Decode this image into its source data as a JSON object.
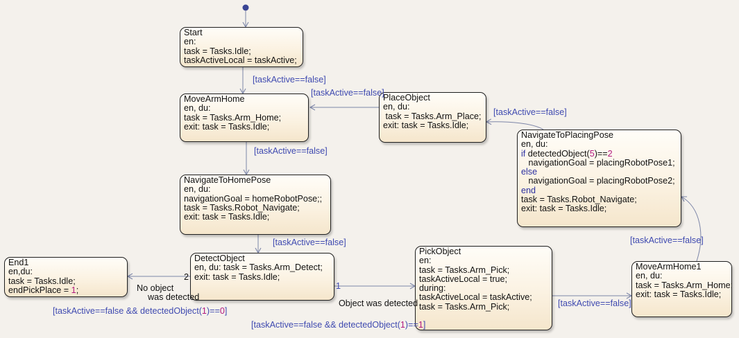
{
  "states": {
    "start": {
      "name": "Start",
      "lines": [
        [
          {
            "t": "en:"
          }
        ],
        [
          {
            "t": "task = Tasks.Idle;"
          }
        ],
        [
          {
            "t": "taskActiveLocal = taskActive;"
          }
        ]
      ]
    },
    "move_arm_home": {
      "name": "MoveArmHome",
      "lines": [
        [
          {
            "t": "en, du:"
          }
        ],
        [
          {
            "t": "task = Tasks.Arm_Home;"
          }
        ],
        [
          {
            "t": "exit: task = Tasks.Idle;"
          }
        ]
      ]
    },
    "place_object": {
      "name": "PlaceObject",
      "lines": [
        [
          {
            "t": "en, du:"
          }
        ],
        [
          {
            "t": " task = Tasks.Arm_Place;"
          }
        ],
        [
          {
            "t": "exit: task = Tasks.Idle;"
          }
        ]
      ]
    },
    "navigate_to_placing_pose": {
      "name": "NavigateToPlacingPose",
      "lines": [
        [
          {
            "t": "en, du:"
          }
        ],
        [
          {
            "t": "if",
            "c": "kw"
          },
          {
            "t": " detectedObject("
          },
          {
            "t": "5",
            "c": "num"
          },
          {
            "t": ")=="
          },
          {
            "t": "2",
            "c": "num"
          }
        ],
        [
          {
            "t": "   navigationGoal = placingRobotPose1;"
          }
        ],
        [
          {
            "t": "else",
            "c": "kw"
          }
        ],
        [
          {
            "t": "   navigationGoal = placingRobotPose2;"
          }
        ],
        [
          {
            "t": "end",
            "c": "kw"
          }
        ],
        [
          {
            "t": "task = Tasks.Robot_Navigate;"
          }
        ],
        [
          {
            "t": "exit: task = Tasks.Idle;"
          }
        ]
      ]
    },
    "navigate_to_home_pose": {
      "name": "NavigateToHomePose",
      "lines": [
        [
          {
            "t": "en, du:"
          }
        ],
        [
          {
            "t": "navigationGoal = homeRobotPose;;"
          }
        ],
        [
          {
            "t": "task = Tasks.Robot_Navigate;"
          }
        ],
        [
          {
            "t": "exit: task = Tasks.Idle;"
          }
        ]
      ]
    },
    "end1": {
      "name": "End1",
      "lines": [
        [
          {
            "t": "en,du:"
          }
        ],
        [
          {
            "t": "task = Tasks.Idle;"
          }
        ],
        [
          {
            "t": "endPickPlace = "
          },
          {
            "t": "1",
            "c": "num"
          },
          {
            "t": ";"
          }
        ]
      ]
    },
    "detect_object": {
      "name": "DetectObject",
      "lines": [
        [
          {
            "t": "en, du: task = Tasks.Arm_Detect;"
          }
        ],
        [
          {
            "t": "exit: task = Tasks.Idle;"
          }
        ]
      ]
    },
    "pick_object": {
      "name": "PickObject",
      "lines": [
        [
          {
            "t": "en:"
          }
        ],
        [
          {
            "t": "task = Tasks.Arm_Pick;"
          }
        ],
        [
          {
            "t": "taskActiveLocal = true;"
          }
        ],
        [
          {
            "t": "during:"
          }
        ],
        [
          {
            "t": "taskActiveLocal = taskActive;"
          }
        ],
        [
          {
            "t": "task = Tasks.Arm_Pick;"
          }
        ]
      ]
    },
    "move_arm_home1": {
      "name": "MoveArmHome1",
      "lines": [
        [
          {
            "t": "en, du:"
          }
        ],
        [
          {
            "t": "task = Tasks.Arm_Home;"
          }
        ],
        [
          {
            "t": "exit: task = Tasks.Idle;"
          }
        ]
      ]
    }
  },
  "transitions": {
    "start_to_movearmhome": "[taskActive==false]",
    "placeobject_to_movearmhome": "[taskActive==false]",
    "navplacing_to_placeobject": "[taskActive==false]",
    "movearmhome_to_navhome": "[taskActive==false]",
    "navhome_to_detect": "[taskActive==false]",
    "movearmhome1_to_navplacing": "[taskActive==false]",
    "pick_to_movearmhome1": "[taskActive==false]",
    "detect_to_end_guard": "[taskActive==false && detectedObject(1)==0]",
    "detect_to_pick_guard": "[taskActive==false && detectedObject(1)==1]",
    "detect_to_end_order": "2",
    "detect_to_pick_order": "1",
    "no_object_line1": "No object",
    "no_object_line2": "was detected",
    "object_detected": "Object was detected"
  },
  "colors": {
    "guard_text": "#3f4ab0",
    "arrow": "#7d86a8",
    "default_dot": "#3a4594",
    "number_literal": "#b2197f",
    "keyword": "#2c31a0"
  }
}
